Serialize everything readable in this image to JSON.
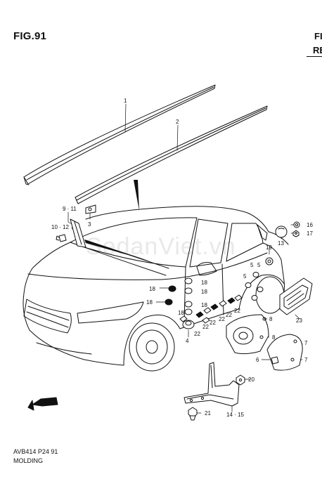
{
  "header": {
    "figure_title": "FIG.91",
    "corner_top": "FI",
    "corner_ref": "RE"
  },
  "watermark": "SedanViet.vn",
  "caption": {
    "code": "AVB414 P24 91",
    "name": "MOLDING"
  },
  "part_labels": {
    "p1": "1",
    "p2": "2",
    "p3": "3",
    "p4": "4",
    "p5a": "5",
    "p5b": "5",
    "p5c": "5",
    "p6": "6",
    "p7a": "7",
    "p7b": "7",
    "p8a": "8",
    "p8b": "8",
    "p9_11": "9 · 11",
    "p10_12": "10 · 12",
    "p13": "13",
    "p14_15": "14 · 15",
    "p16": "16",
    "p17": "17",
    "p18a": "18",
    "p18b": "18",
    "p18c": "18",
    "p18d": "18",
    "p18e": "18",
    "p18f": "18",
    "p19": "19",
    "p20": "20",
    "p21": "21",
    "p22a": "22",
    "p22b": "22",
    "p22c": "22",
    "p22d": "22",
    "p22e": "22",
    "p22f": "22",
    "p23": "23",
    "fwd": "FWD"
  },
  "colors": {
    "line": "#111111",
    "watermark": "#e9e9e9"
  }
}
